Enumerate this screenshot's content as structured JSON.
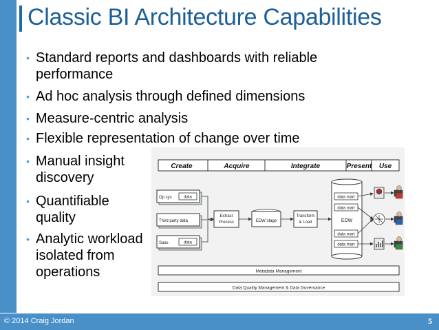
{
  "title": "Classic BI Architecture Capabilities",
  "bullets": [
    [
      "Standard reports and dashboards with reliable",
      "performance"
    ],
    [
      "Ad hoc analysis through defined dimensions"
    ],
    [
      "Measure-centric analysis"
    ],
    [
      "Flexible representation of change over time"
    ],
    [
      "Manual insight",
      "discovery"
    ],
    [
      "Quantifiable",
      "quality"
    ],
    [
      "Analytic workload",
      "isolated from",
      "operations"
    ]
  ],
  "diagram": {
    "stages": [
      "Create",
      "Acquire",
      "Integrate",
      "Present",
      "Use"
    ],
    "sources": [
      {
        "label": "Op sys",
        "tag": "data"
      },
      {
        "label": "Third party data",
        "tag": ""
      },
      {
        "label": "Saas",
        "tag": "data"
      }
    ],
    "extract": [
      "Extract",
      "Process"
    ],
    "edw_stage": "EDW stage",
    "transform": [
      "Transform",
      "& Load"
    ],
    "edw": "EDW",
    "data_mart": "data mart",
    "metadata": "Metadata Management",
    "governance": "Data Quality Management & Data Governance"
  },
  "footer": {
    "copyright": "© 2014 Craig Jordan",
    "page": "5"
  },
  "colors": {
    "band": "#4a90c8",
    "title": "#1d5f98",
    "bullet": "#4aa0d8"
  }
}
